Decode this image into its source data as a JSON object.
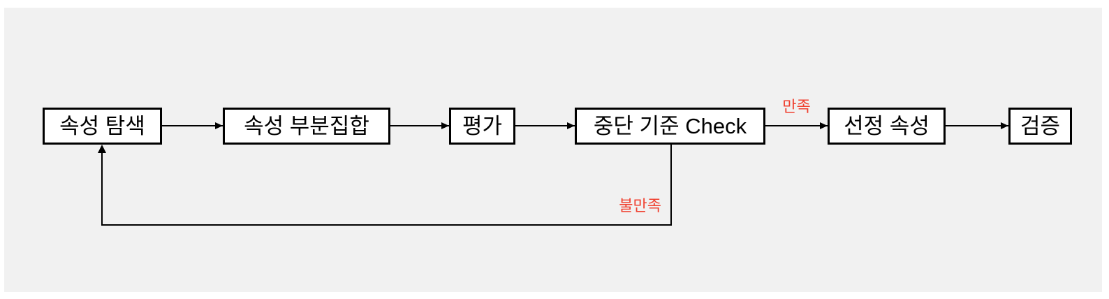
{
  "diagram": {
    "title": "feature-selection-process-flow",
    "nodes": [
      {
        "id": "search",
        "label": "속성 탐색"
      },
      {
        "id": "subset",
        "label": "속성 부분집합"
      },
      {
        "id": "evaluate",
        "label": "평가"
      },
      {
        "id": "check",
        "label": "중단 기준 Check"
      },
      {
        "id": "selected",
        "label": "선정 속성"
      },
      {
        "id": "validate",
        "label": "검증"
      }
    ],
    "edges": [
      {
        "from": "search",
        "to": "subset",
        "label": ""
      },
      {
        "from": "subset",
        "to": "evaluate",
        "label": ""
      },
      {
        "from": "evaluate",
        "to": "check",
        "label": ""
      },
      {
        "from": "check",
        "to": "selected",
        "label": "만족"
      },
      {
        "from": "selected",
        "to": "validate",
        "label": ""
      },
      {
        "from": "check",
        "to": "search",
        "label": "불만족",
        "type": "feedback-loop"
      }
    ],
    "edge_labels": {
      "satisfied": "만족",
      "unsatisfied": "불만족"
    },
    "colors": {
      "page_background": "#ffffff",
      "canvas_background": "#f1f1f1",
      "node_fill": "#ffffff",
      "node_border": "#000000",
      "line": "#000000",
      "label_red": "#f0402f"
    }
  }
}
